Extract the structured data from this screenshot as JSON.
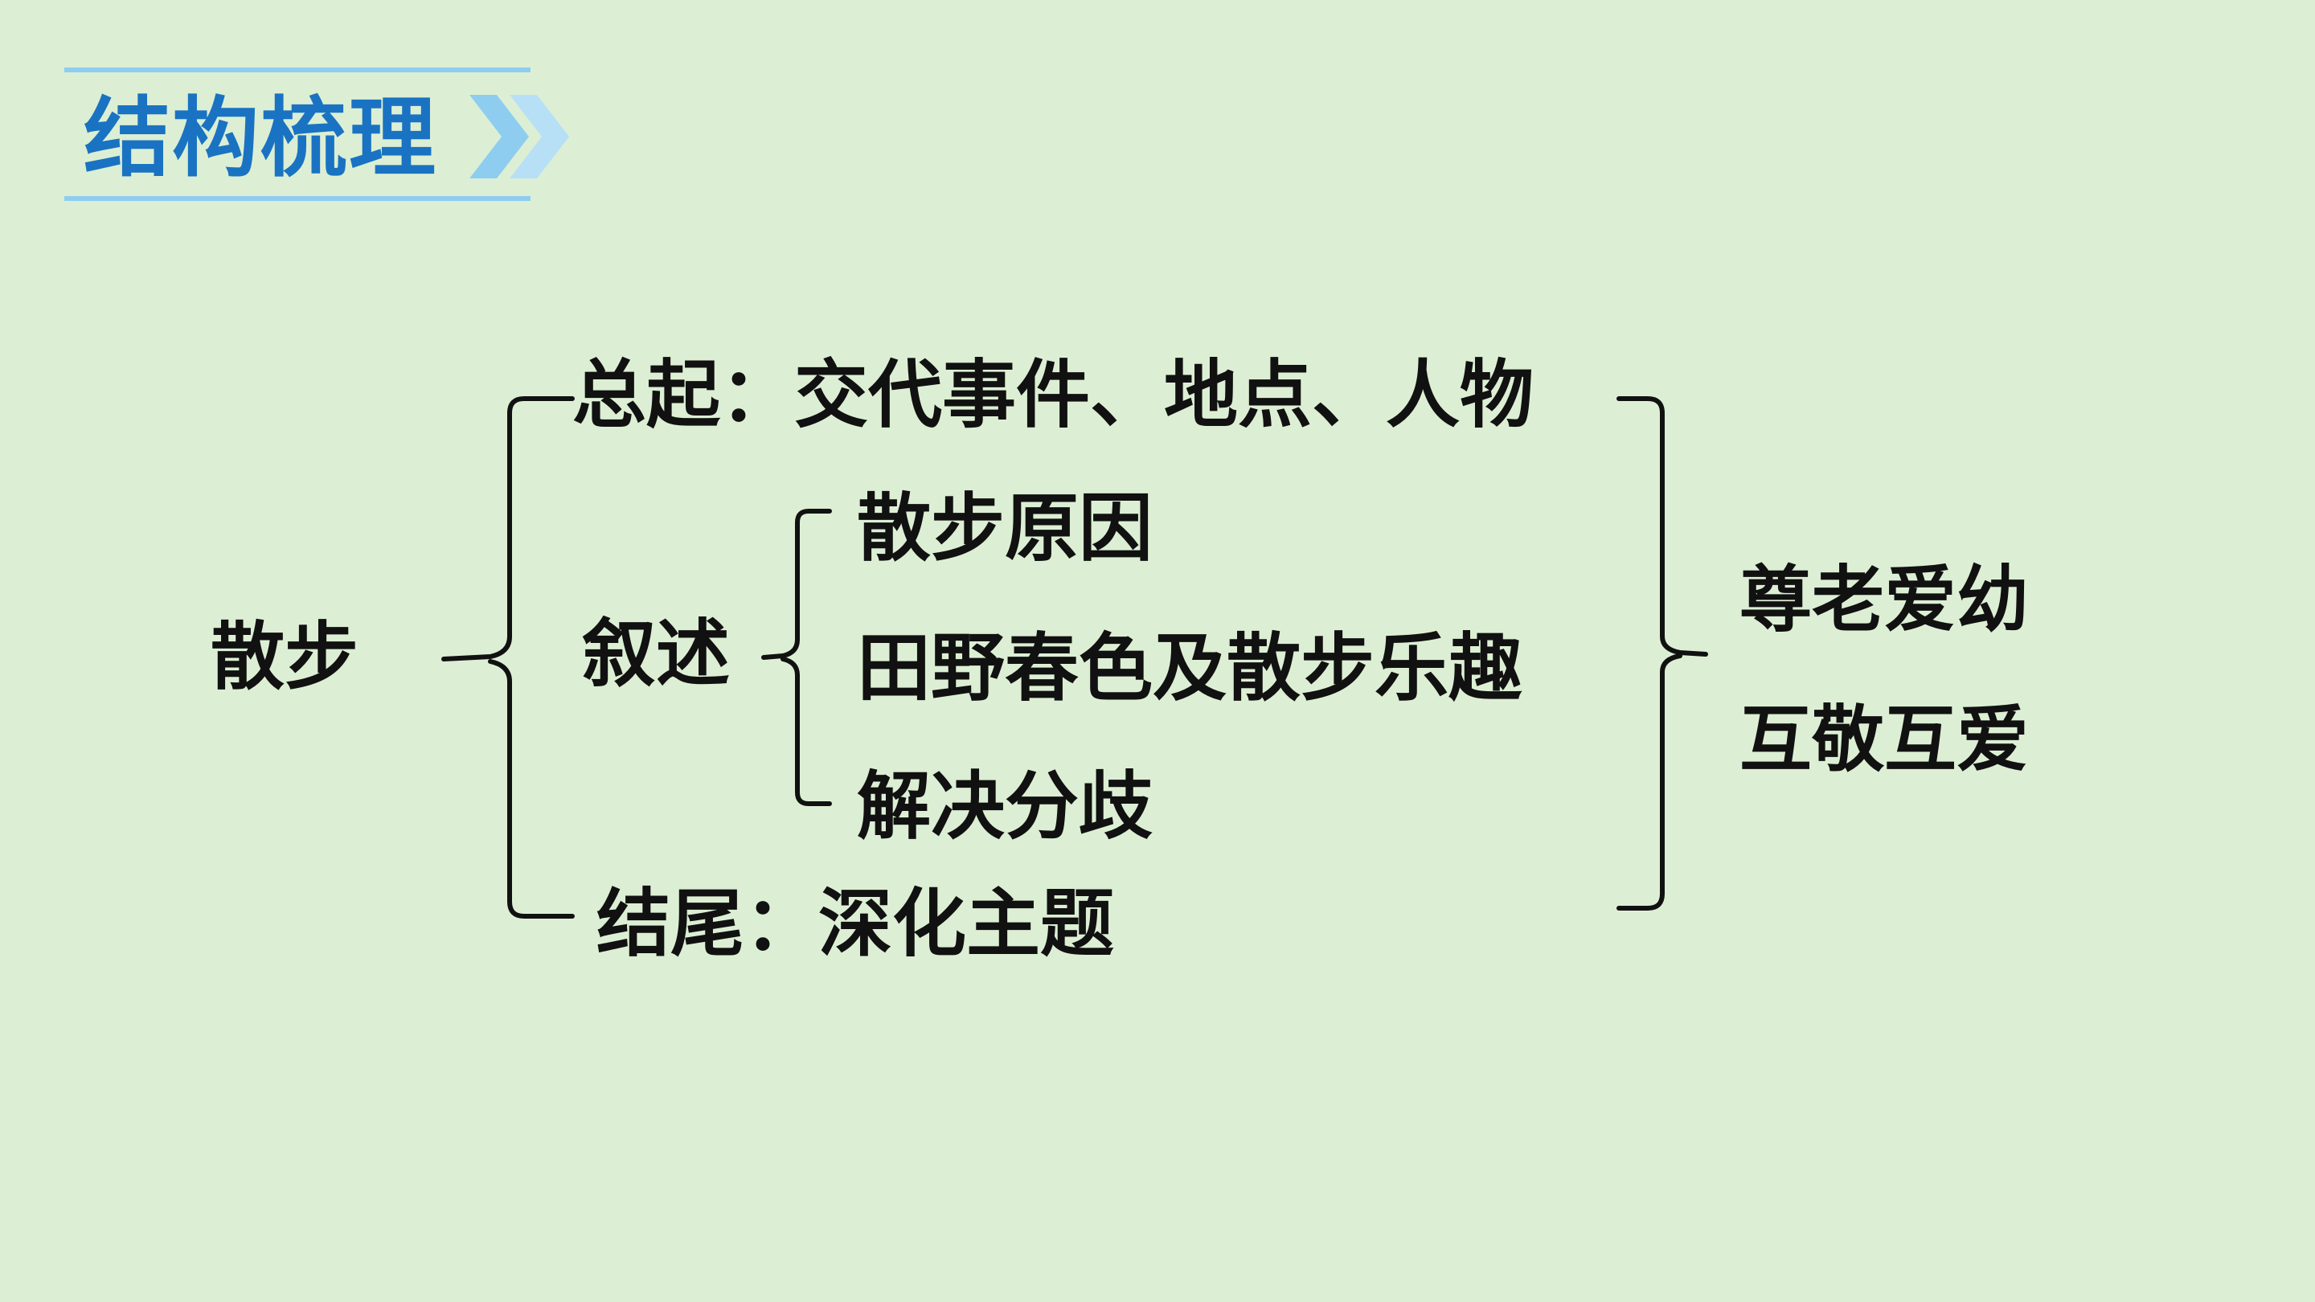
{
  "header": {
    "title": "结构梳理"
  },
  "diagram": {
    "root": "散步",
    "opening": "总起：交代事件、地点、人物",
    "narration": {
      "label": "叙述",
      "items": [
        "散步原因",
        "田野春色及散步乐趣",
        "解决分歧"
      ]
    },
    "ending": "结尾：深化主题",
    "themes": [
      "尊老爱幼",
      "互敬互爱"
    ]
  },
  "colors": {
    "background": "#dcefd4",
    "title": "#1a73c2",
    "rule": "#8ecdf0",
    "chevron": "#8ecdf0",
    "text": "#111111"
  },
  "icons": {
    "header_decoration": "double-chevron-right-icon"
  }
}
